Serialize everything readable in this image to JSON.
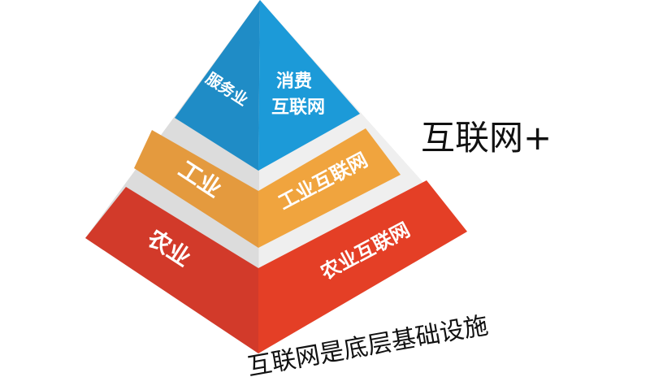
{
  "title": "互联网+",
  "base_caption": "互联网是底层基础设施",
  "layers": [
    {
      "left": "服务业",
      "right_line1": "消费",
      "right_line2": "互联网",
      "color_left": "#1f8cc6",
      "color_right": "#1c9ad8"
    },
    {
      "left": "工业",
      "right": "工业互联网",
      "color_left": "#e49a3e",
      "color_right": "#f0a43e"
    },
    {
      "left": "农业",
      "right": "农业互联网",
      "color_left": "#d23a2a",
      "color_right": "#e43f26"
    }
  ],
  "separator_color": "#e6e6e6"
}
